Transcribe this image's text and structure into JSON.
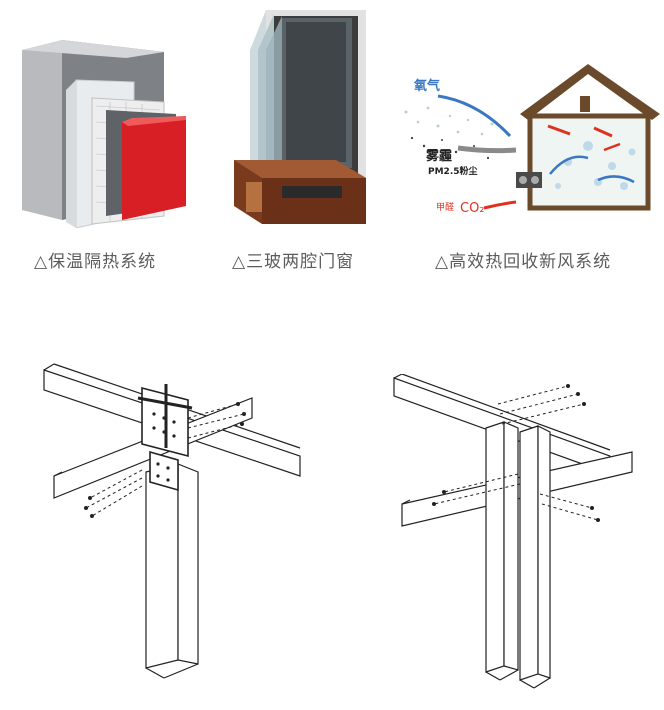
{
  "captions": {
    "wall": "△保温隔热系统",
    "window": "△三玻两腔门窗",
    "ventilation": "△高效热回收新风系统"
  },
  "ventilation_labels": {
    "oxygen": "氧气",
    "smog": "雾霾",
    "pm25": "PM2.5粉尘",
    "formaldehyde": "甲醛",
    "co2": "CO₂"
  },
  "colors": {
    "wall_red": "#d81f26",
    "window_wood": "#7a3a1e",
    "house_frame": "#6b4a2b",
    "oxygen_blue": "#3a78c3",
    "pollutant_red": "#e0301e",
    "caption_gray": "#5c5c5c"
  }
}
